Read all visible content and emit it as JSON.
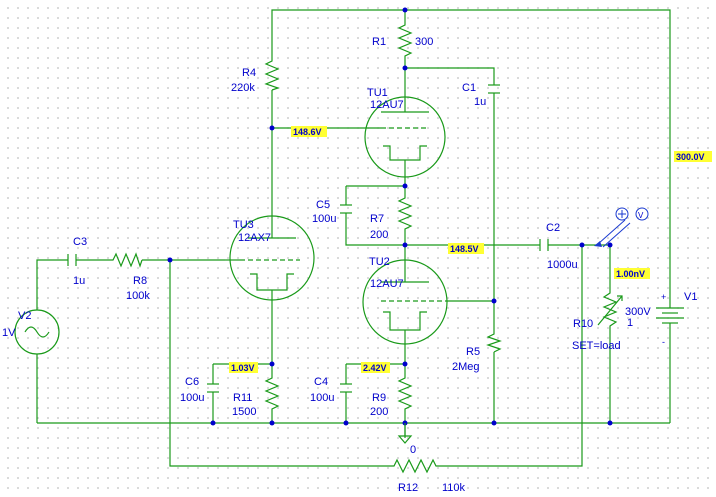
{
  "components": {
    "R1": {
      "ref": "R1",
      "value": "300"
    },
    "R4": {
      "ref": "R4",
      "value": "220k"
    },
    "C1": {
      "ref": "C1",
      "value": "1u"
    },
    "TU1": {
      "ref": "TU1",
      "value": "12AU7"
    },
    "C5": {
      "ref": "C5",
      "value": "100u"
    },
    "R7": {
      "ref": "R7",
      "value": "200"
    },
    "TU3": {
      "ref": "TU3",
      "value": "12AX7"
    },
    "C3": {
      "ref": "C3",
      "value": "1u"
    },
    "R8": {
      "ref": "R8",
      "value": "100k"
    },
    "C2": {
      "ref": "C2",
      "value": "1000u"
    },
    "TU2": {
      "ref": "TU2",
      "value": "12AU7"
    },
    "V2": {
      "ref": "V2",
      "value": "1V"
    },
    "R10": {
      "ref": "R10",
      "value": "1",
      "extra": "SET=load"
    },
    "V1": {
      "ref": "V1",
      "value": "300V"
    },
    "R5": {
      "ref": "R5",
      "value": "2Meg"
    },
    "C6": {
      "ref": "C6",
      "value": "100u"
    },
    "R11": {
      "ref": "R11",
      "value": "1500"
    },
    "C4": {
      "ref": "C4",
      "value": "100u"
    },
    "R9": {
      "ref": "R9",
      "value": "200"
    },
    "R12": {
      "ref": "R12",
      "value": "110k"
    }
  },
  "voltages": {
    "tu1_grid": "148.6V",
    "output_node": "148.5V",
    "supply": "300.0V",
    "load": "1.00nV",
    "tu3_cathode": "1.03V",
    "tu2_cathode": "2.42V"
  },
  "ground_label": "0",
  "v1_polarity": {
    "plus": "+",
    "minus": "-"
  },
  "probe_glyph": "V"
}
